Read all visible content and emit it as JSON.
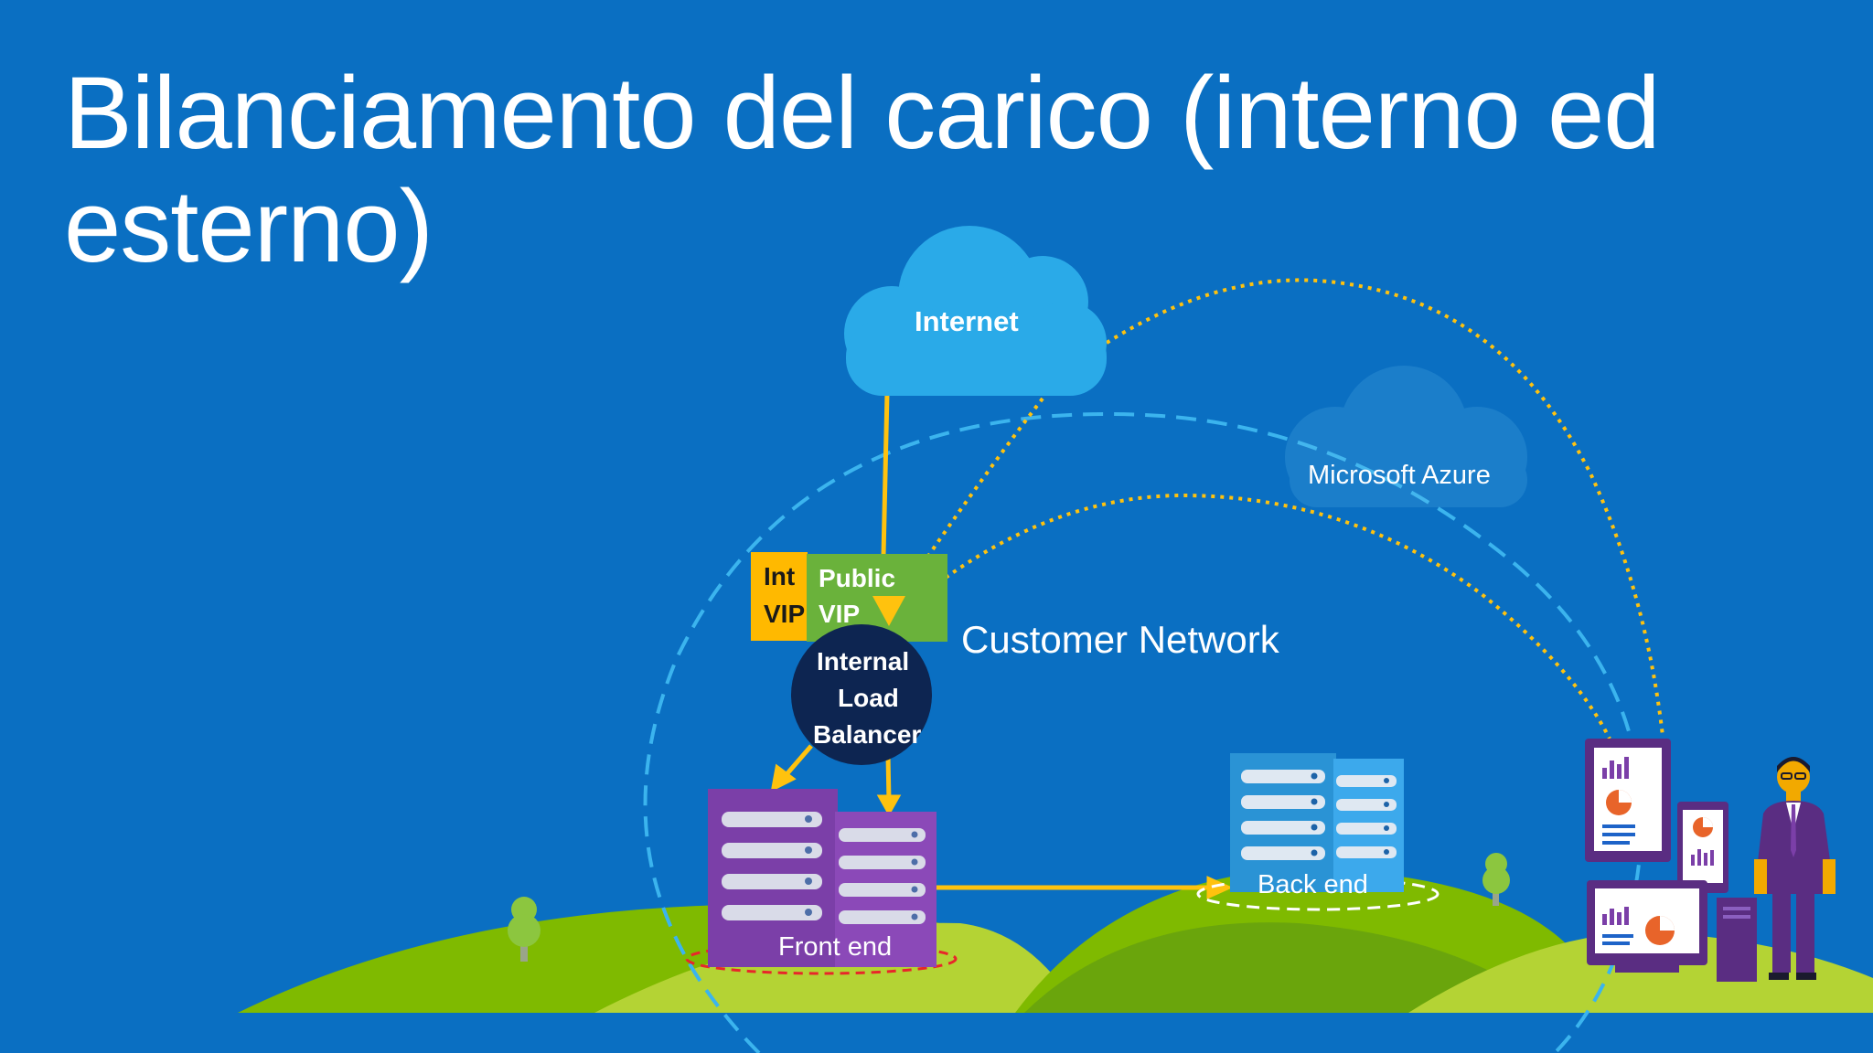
{
  "slide": {
    "title": "Bilanciamento del carico (interno ed esterno)"
  },
  "labels": {
    "internet": "Internet",
    "microsoft_azure": "Microsoft Azure",
    "customer_network": "Customer Network",
    "internal_vip": "Internal VIP",
    "internal_vip_line1": "Int",
    "internal_vip_line2": "VIP",
    "public_vip_line1": "Public",
    "public_vip_line2": "VIP",
    "ilb_line1": "Internal",
    "ilb_line2": "Load",
    "ilb_line3": "Balancer",
    "front_end": "Front end",
    "back_end": "Back end"
  },
  "colors": {
    "background": "#0a6fc2",
    "cloud": "#2aaae8",
    "internal_vip": "#ffb900",
    "public_vip": "#6ab23b",
    "load_balancer": "#0d2551",
    "front_end": "#7b3fa8",
    "back_end": "#2a93d5",
    "connector": "#ffc20e",
    "azure_boundary": "#3bb4ee",
    "hills": "#7fba00"
  },
  "icons": [
    "cloud-icon",
    "server-rack-icon",
    "tree-icon",
    "tablet-report-icon",
    "monitor-report-icon",
    "pc-tower-icon",
    "person-icon"
  ]
}
